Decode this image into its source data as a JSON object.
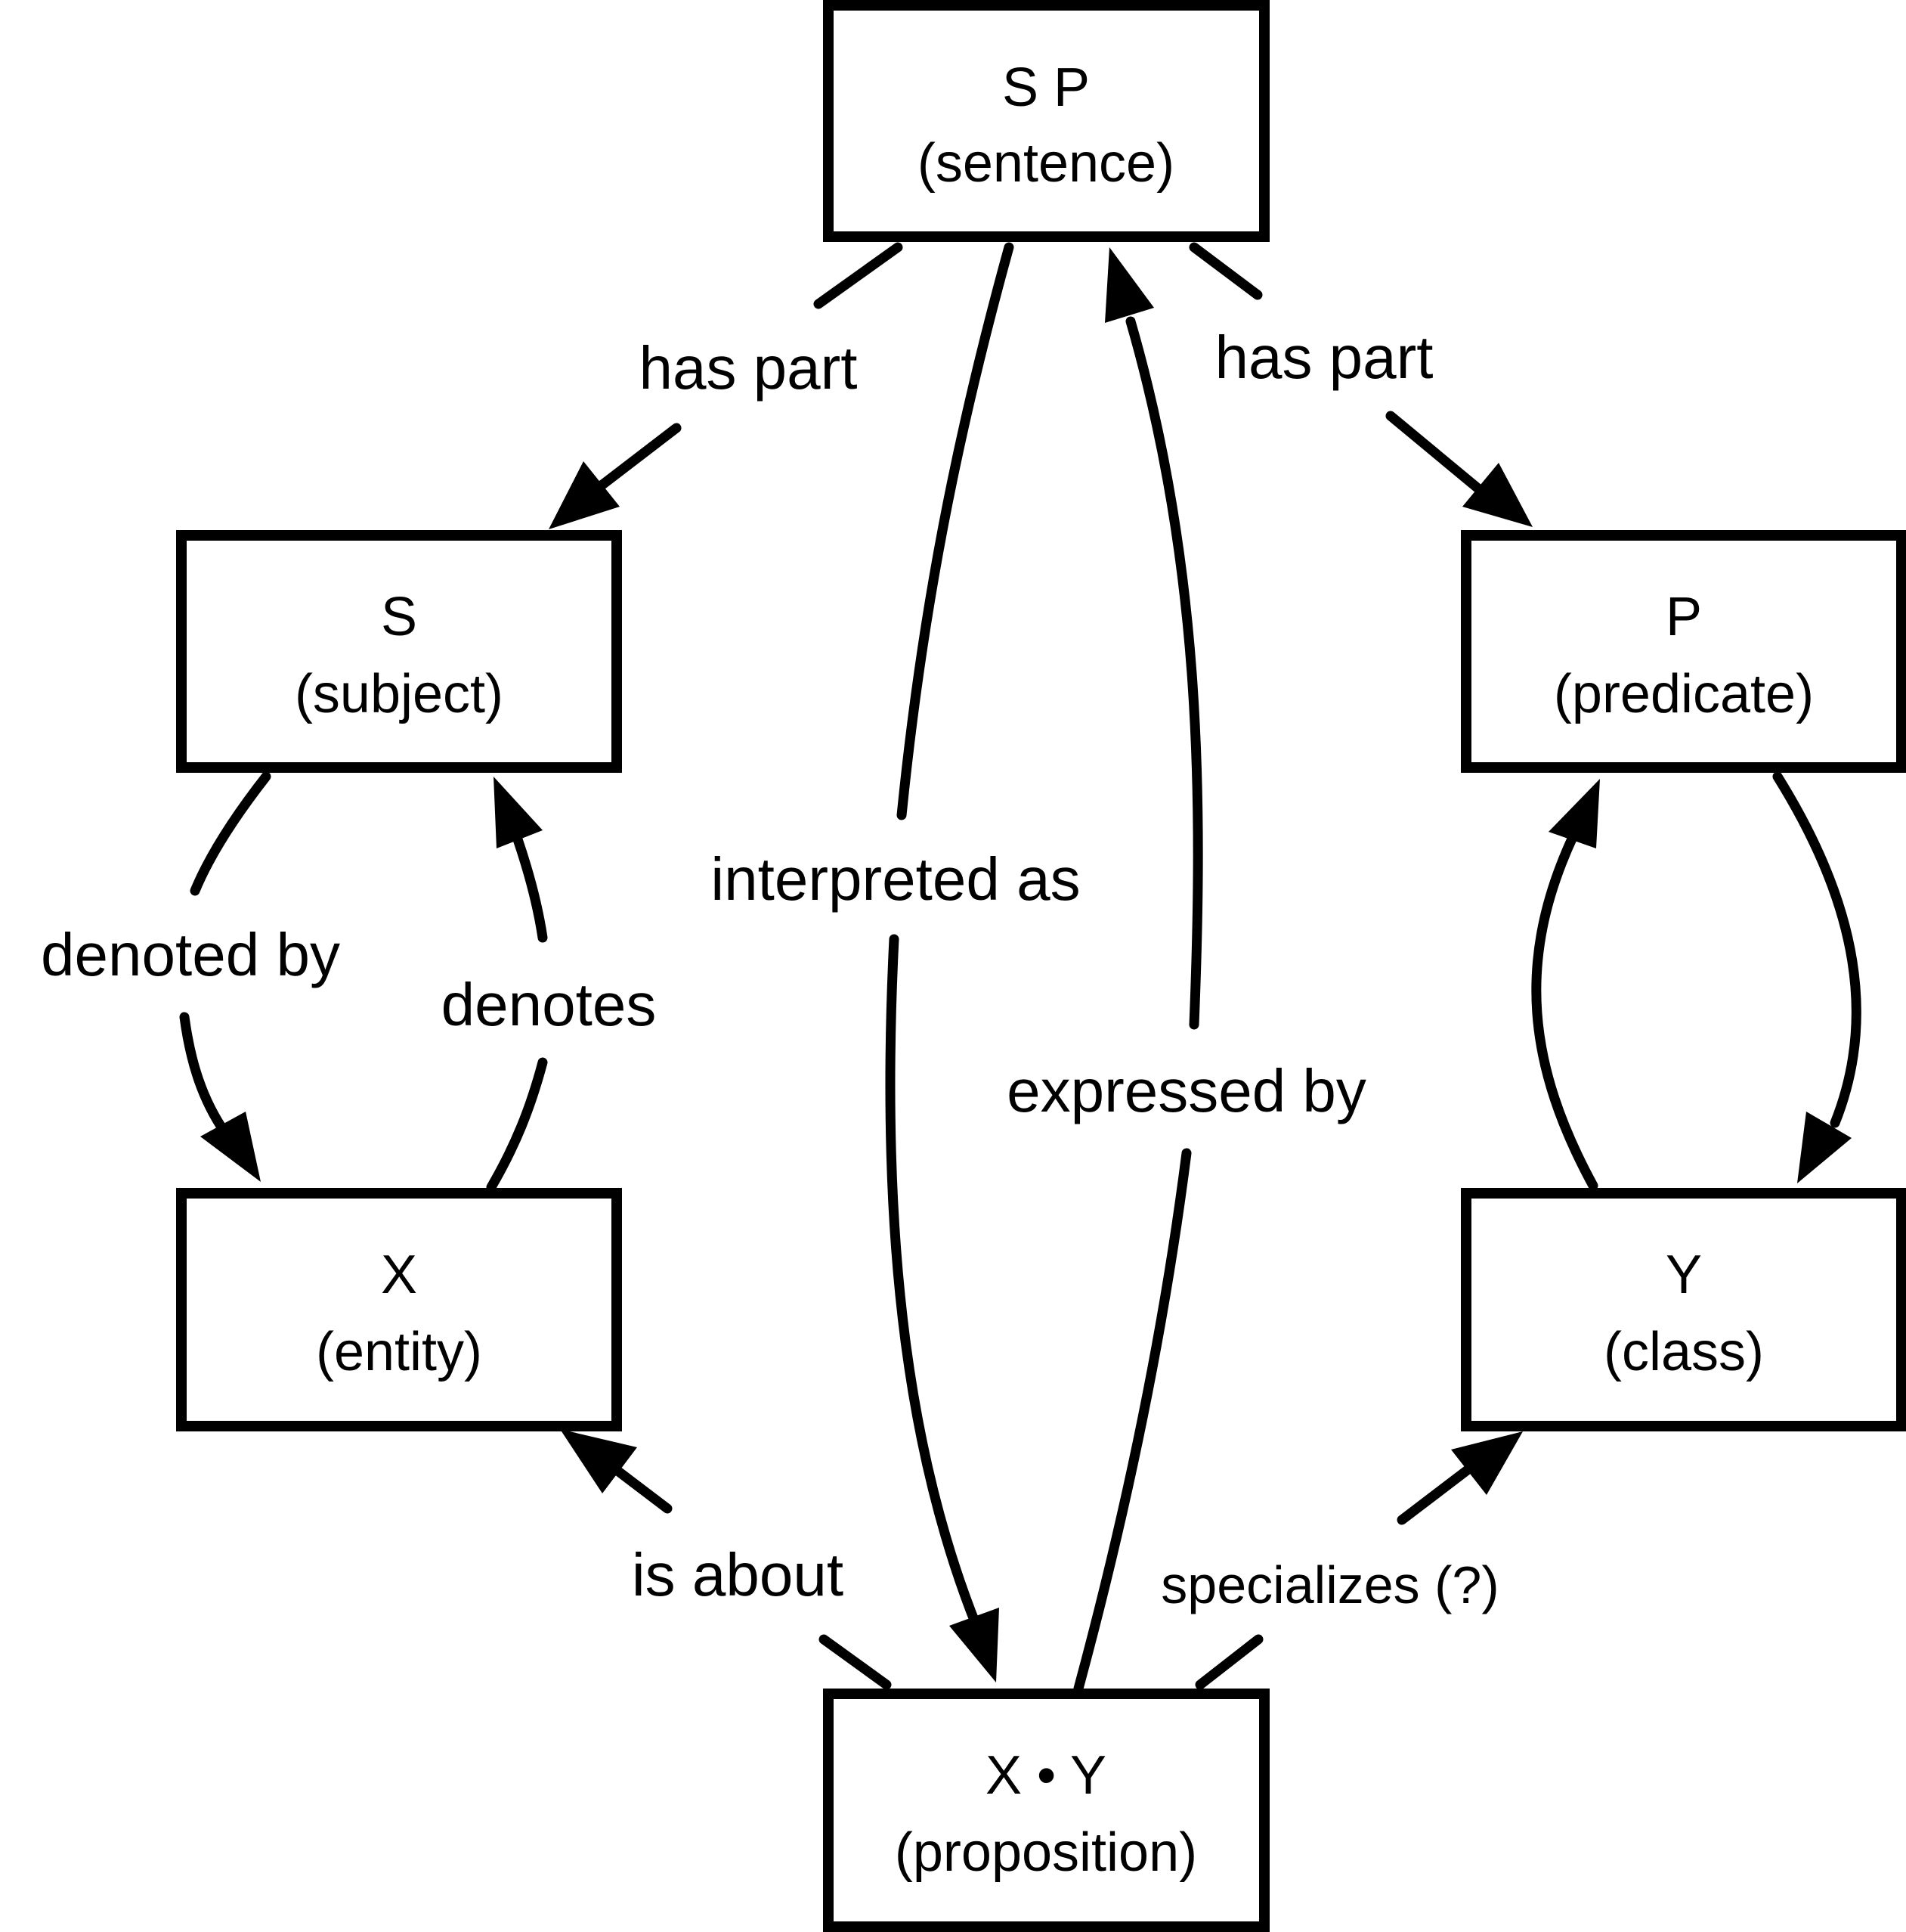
{
  "nodes": {
    "sentence": {
      "symbol": "S P",
      "role": "(sentence)"
    },
    "subject": {
      "symbol": "S",
      "role": "(subject)"
    },
    "predicate": {
      "symbol": "P",
      "role": "(predicate)"
    },
    "entity": {
      "symbol": "X",
      "role": "(entity)"
    },
    "class": {
      "symbol": "Y",
      "role": "(class)"
    },
    "proposition": {
      "symbol": "X • Y",
      "role": "(proposition)"
    }
  },
  "edges": {
    "has_part_left": "has part",
    "has_part_right": "has part",
    "interpreted_as": "interpreted as",
    "expressed_by": "expressed by",
    "denoted_by": "denoted by",
    "denotes": "denotes",
    "is_about": "is about",
    "specializes": "specializes (?)"
  },
  "colors": {
    "stroke": "#000000",
    "background": "#ffffff"
  }
}
